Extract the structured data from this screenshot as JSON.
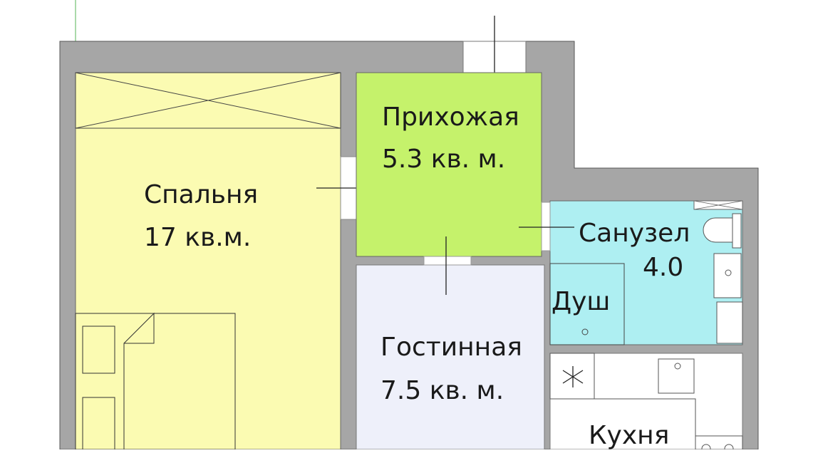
{
  "rooms": {
    "bedroom": {
      "name": "Спальня",
      "area": "17 кв.м."
    },
    "hallway": {
      "name": "Прихожая",
      "area": "5.3 кв. м."
    },
    "bathroom": {
      "name": "Санузел",
      "area": "4.0"
    },
    "shower": {
      "name": "Душ"
    },
    "living": {
      "name": "Гостинная",
      "area": "7.5 кв. м."
    },
    "kitchen": {
      "name": "Кухня"
    }
  },
  "colors": {
    "wall": "#a6a6a6",
    "bedroom": "#fbfbb2",
    "hallway": "#c5f26b",
    "bathroom": "#aeeff2",
    "living": "#eef0fa",
    "kitchen": "#ffffff"
  }
}
